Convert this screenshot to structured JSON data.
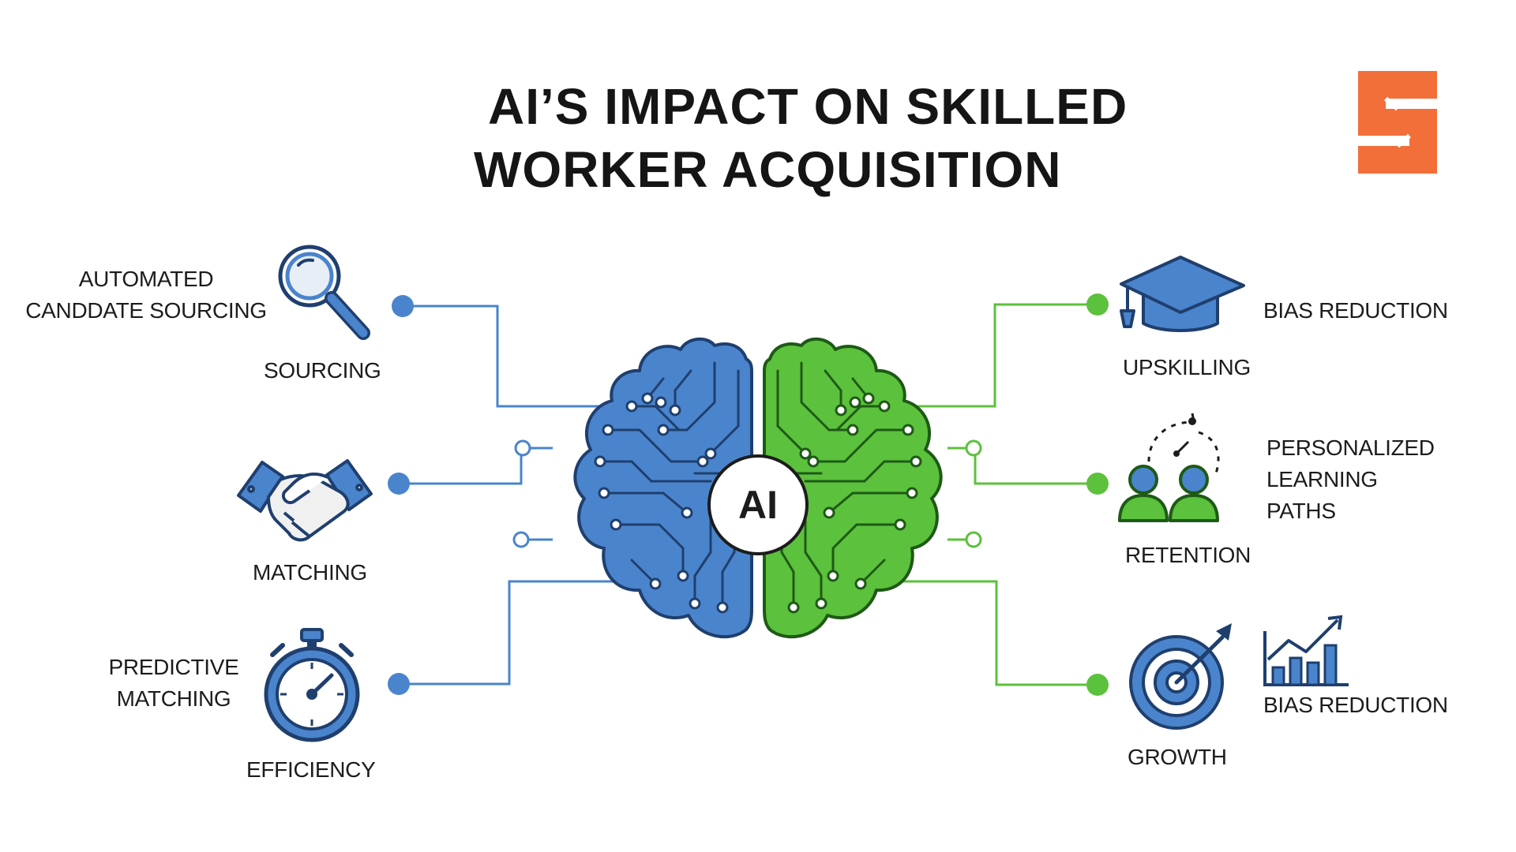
{
  "title": {
    "line1": "AI’S IMPACT ON SKILLED",
    "line2": "WORKER ACQUISITION"
  },
  "center": {
    "label": "AI"
  },
  "left_items": [
    {
      "category": "SOURCING",
      "description": "AUTOMATED\nCANDDATE SOURCING",
      "icon": "magnifying-glass-icon"
    },
    {
      "category": "MATCHING",
      "description": "",
      "icon": "handshake-icon"
    },
    {
      "category": "EFFICIENCY",
      "description": "PREDICTIVE\nMATCHING",
      "icon": "stopwatch-icon"
    }
  ],
  "right_items": [
    {
      "category": "UPSKILLING",
      "description": "BIAS REDUCTION",
      "icon": "graduation-cap-icon"
    },
    {
      "category": "RETENTION",
      "description": "PERSONALIZED\nLEARNING\nPATHS",
      "icon": "people-cycle-icon"
    },
    {
      "category": "GROWTH",
      "description": "BIAS REDUCTION",
      "icon": "target-icon"
    }
  ],
  "extra_icons": [
    "bar-chart-growth-icon",
    "brand-logo-icon"
  ],
  "colors": {
    "blue": "#4a84cc",
    "blue_dark": "#1f3f6e",
    "green": "#5cc13c",
    "green_dark": "#1e5a16",
    "brand_orange": "#f26f3a",
    "text": "#1c1c1c"
  }
}
